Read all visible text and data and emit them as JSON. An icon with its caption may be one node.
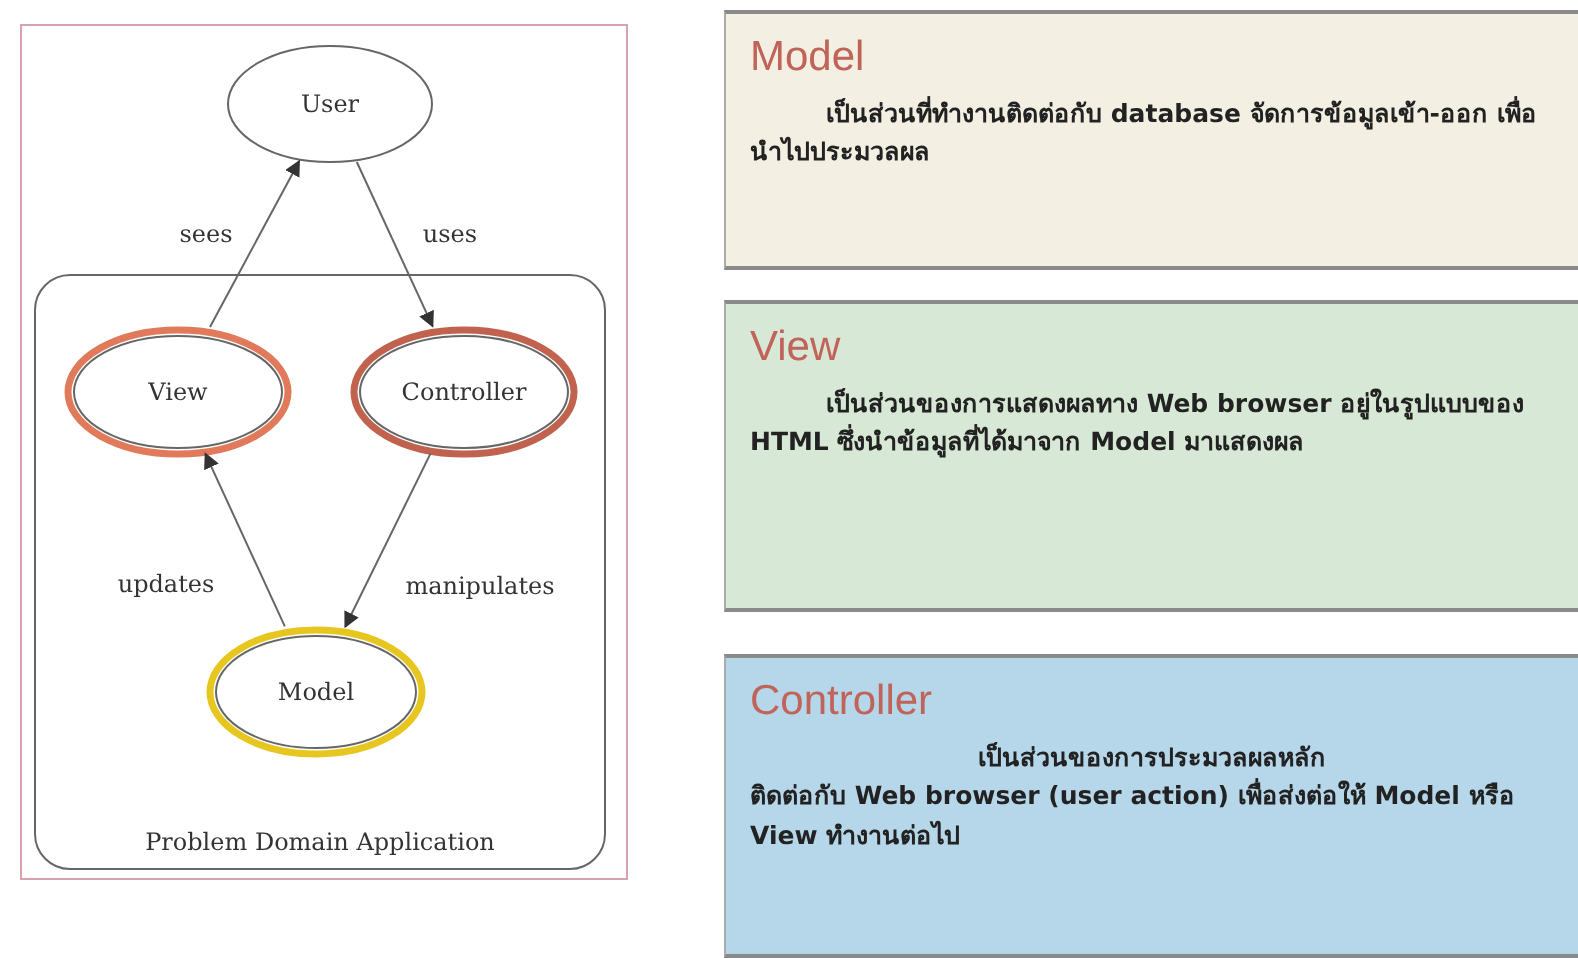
{
  "diagram": {
    "nodes": [
      {
        "text": [
          "User"
        ]
      },
      {
        "text": [
          "Problem Domain Application"
        ]
      },
      {
        "text": [
          "View"
        ],
        "in": 1
      },
      {
        "text": [
          "Controller"
        ],
        "in": 1
      },
      {
        "text": [
          "Model"
        ],
        "in": 1
      },
      {
        "text": [
          "Model",
          "เป็นส่วนที่ทำงานติดต่อกับ database จัดการข้อมูลเข้า-ออก เพื่อนำไปประมวลผล"
        ]
      },
      {
        "text": [
          "View",
          "เป็นส่วนของการแสดงผลทาง Web browser อยู่ในรูปแบบของ HTML ซึ่งนำข้อมูลที่ได้มาจาก Model มาแสดงผล"
        ]
      },
      {
        "text": [
          "Controller",
          "เป็นส่วนของการประมวลผลหลัก",
          "ติดต่อกับ Web browser (user action) เพื่อส่งต่อให้ Model หรือ View ทำงานต่อไป"
        ]
      }
    ],
    "edges": [
      {
        "from": 2,
        "to": 0,
        "arrow": "to",
        "label": "sees"
      },
      {
        "from": 0,
        "to": 3,
        "arrow": "to",
        "label": "uses"
      },
      {
        "from": 4,
        "to": 2,
        "arrow": "to",
        "label": "updates"
      },
      {
        "from": 3,
        "to": 4,
        "arrow": "to",
        "label": "manipulates"
      }
    ]
  }
}
